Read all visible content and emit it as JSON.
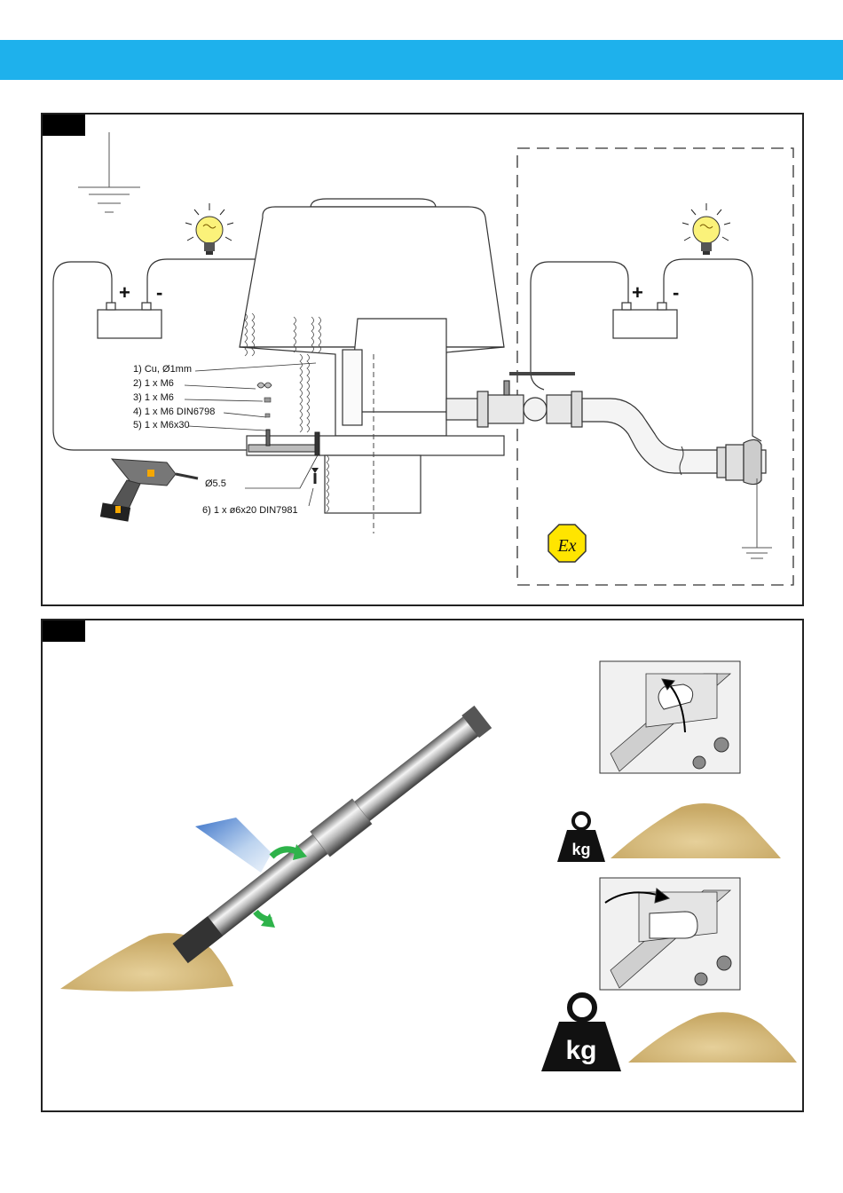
{
  "figure1": {
    "labels": {
      "item1": "1) Cu, Ø1mm",
      "item2": "2) 1 x M6",
      "item3": "3) 1 x M6",
      "item4": "4) 1 x M6 DIN6798",
      "item5": "5) 1 x M6x30",
      "drill_size": "Ø5.5",
      "item6": "6) 1 x ø6x20 DIN7981"
    },
    "battery_left": {
      "plus": "+",
      "minus": "-"
    },
    "battery_right": {
      "plus": "+",
      "minus": "-"
    },
    "ex_symbol": "Ex"
  },
  "figure2": {
    "weight_small": "kg",
    "weight_large": "kg"
  },
  "colors": {
    "header_band": "#1eb1ec",
    "ex_yellow": "#ffe500",
    "arrow_green": "#2eb34a",
    "sand": "#d8c08a"
  }
}
